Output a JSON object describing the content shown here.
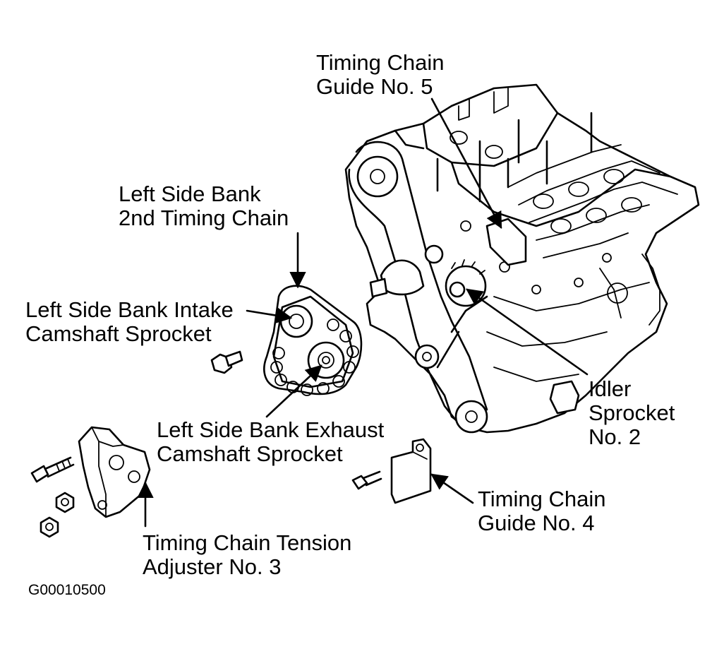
{
  "labels": {
    "guide5": [
      "Timing Chain",
      "Guide No. 5"
    ],
    "second_chain": [
      "Left Side Bank",
      "2nd Timing Chain"
    ],
    "intake_sprocket": [
      "Left Side Bank Intake",
      "Camshaft Sprocket"
    ],
    "exhaust_sprocket": [
      "Left Side Bank Exhaust",
      "Camshaft Sprocket"
    ],
    "idler": [
      "Idler",
      "Sprocket",
      "No. 2"
    ],
    "guide4": [
      "Timing Chain",
      "Guide No. 4"
    ],
    "tension_adjuster": [
      "Timing Chain Tension",
      "Adjuster No. 3"
    ]
  },
  "figure_id": "G00010500",
  "colors": {
    "ink": "#000000",
    "paper": "#ffffff"
  }
}
